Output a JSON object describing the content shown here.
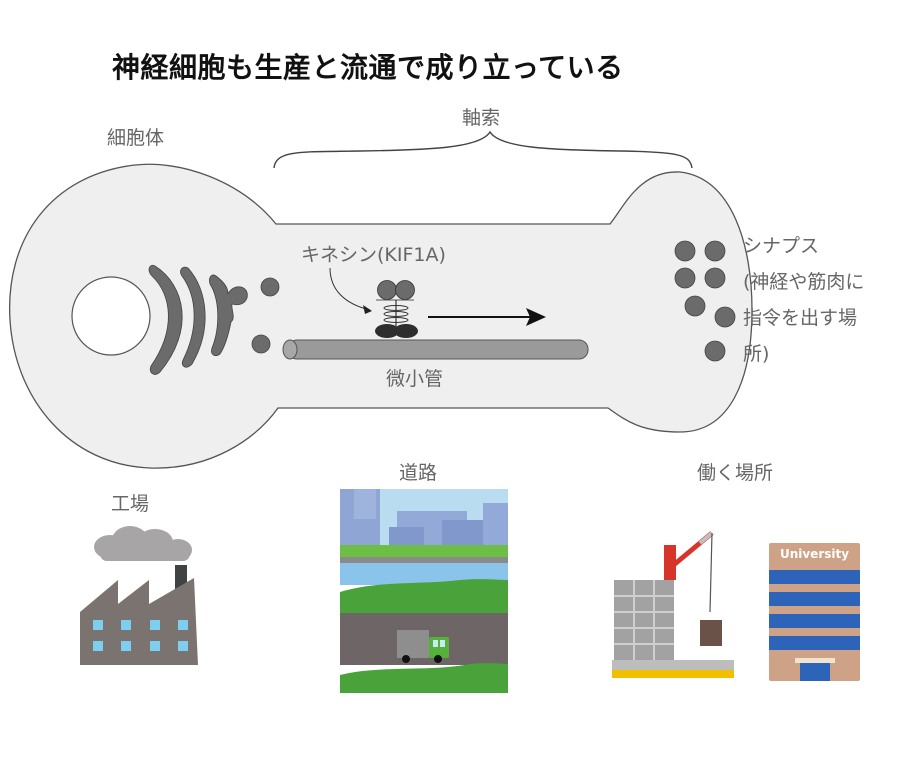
{
  "title": "神経細胞も生産と流通で成り立っている",
  "neuron": {
    "cell_body_label": "細胞体",
    "axon_label": "軸索",
    "kinesin_label": "キネシン(KIF1A)",
    "microtubule_label": "微小管",
    "synapse_label_lines": [
      "シナプス",
      "(神経や筋肉に",
      "指令を出す場",
      "所)"
    ]
  },
  "analogy": {
    "factory_label": "工場",
    "road_label": "道路",
    "workplace_label": "働く場所",
    "university_sign": "University"
  },
  "colors": {
    "cell_fill": "#efefef",
    "organelle": "#6b6b6b",
    "microtubule": "#9a9a9a",
    "label_gray": "#666666"
  }
}
